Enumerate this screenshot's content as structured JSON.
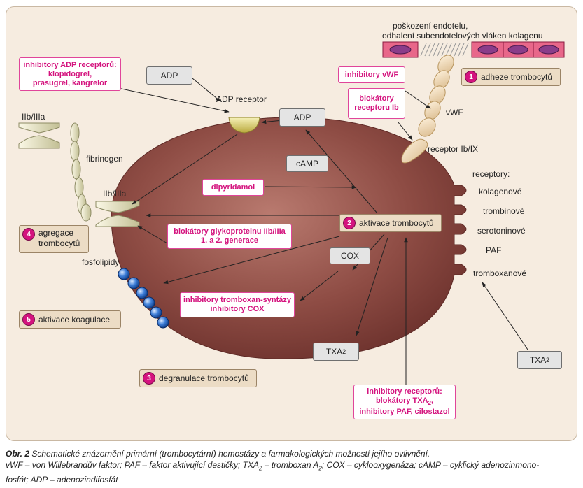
{
  "endothelium": {
    "line1": "poškození endotelu,",
    "line2": "odhalení subendotelových vláken kolagenu"
  },
  "labels": {
    "adp_receptor": "ADP receptor",
    "vwf": "vWF",
    "receptor_ib_ix": "receptor Ib/IX",
    "iib_iiia_top": "IIb/IIIa",
    "iib_iiia": "IIb/IIIa",
    "fibrinogen": "fibrinogen",
    "fosfolipidy": "fosfolipidy",
    "receptory": "receptory:"
  },
  "receptors": [
    "kolagenové",
    "trombinové",
    "serotoninové",
    "PAF",
    "tromboxanové"
  ],
  "gray_boxes": {
    "adp_top": "ADP",
    "adp_right": "ADP",
    "camp": "cAMP",
    "cox": "COX",
    "txa2_bottom": "TXA",
    "txa2_right": "TXA",
    "sub2": "2"
  },
  "inhibitors": {
    "adp_receptor": [
      "inhibitory ADP receptorů:",
      "klopidogrel,",
      "prasugrel, kangrelor"
    ],
    "vwf": [
      "inhibitory vWF"
    ],
    "ib": [
      "blokátory",
      "receptoru Ib"
    ],
    "dipyridamol": [
      "dipyridamol"
    ],
    "gp": [
      "blokátory glykoproteinu IIb/IIIa",
      "1. a 2. generace"
    ],
    "tx_synthase": [
      "inhibitory tromboxan-syntázy",
      "inhibitory COX"
    ],
    "receptors": [
      "inhibitory receptorů:",
      "blokátory TXA",
      "inhibitory PAF, cilostazol"
    ]
  },
  "steps": [
    {
      "num": "1",
      "label": "adheze trombocytů"
    },
    {
      "num": "2",
      "label": "aktivace trombocytů"
    },
    {
      "num": "3",
      "label": "degranulace trombocytů"
    },
    {
      "num": "4",
      "label": "agregace",
      "label2": "trombocytů"
    },
    {
      "num": "5",
      "label": "aktivace koagulace"
    }
  ],
  "caption": {
    "title_bold": "Obr. 2",
    "title": "Schematické znázornění primární (trombocytární) hemostázy a farmakologických možností jejího ovlivnění.",
    "legend1": "vWF – von Willebrandův faktor; PAF – faktor aktivující destičky; TXA",
    "legend2": " – tromboxan A",
    "legend3": "; COX – cyklooxygenáza; cAMP – cyklický adenozinmono-",
    "legend4": "fosfát; ADP – adenozindifosfát"
  },
  "colors": {
    "platelet": "#8b4a43",
    "accent": "#d4137e",
    "step_bg": "#ecdcc5",
    "panel": "#f6ece0"
  }
}
